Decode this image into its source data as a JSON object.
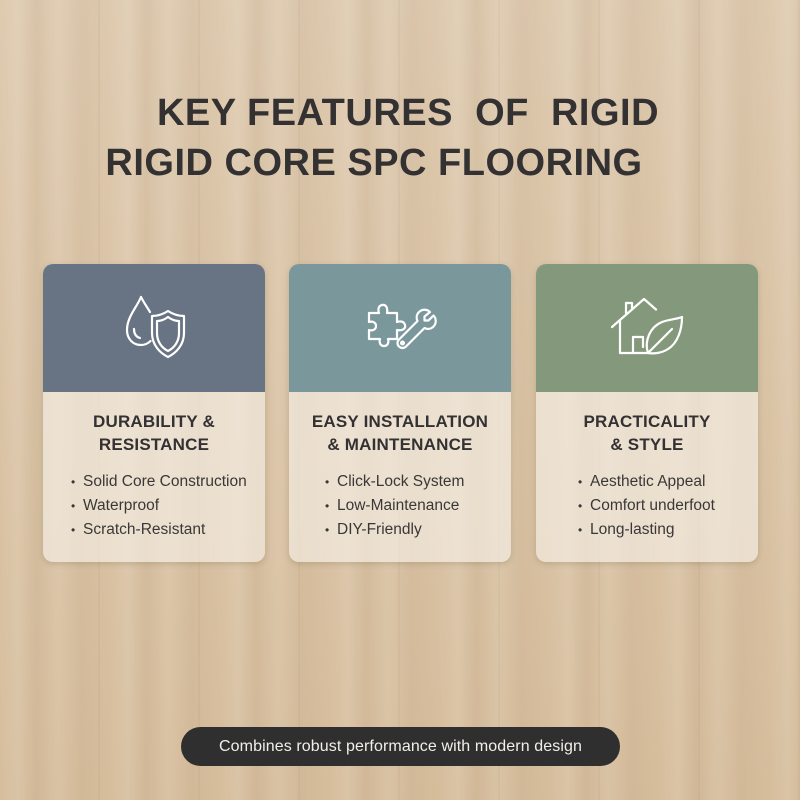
{
  "title": {
    "line1": "KEY FEATURES  OF  RIGID",
    "line2": "RIGID CORE SPC FLOORING"
  },
  "cards": [
    {
      "icon": "water-drop-shield-icon",
      "header_color": "#687483",
      "title_line1": "DURABILITY &",
      "title_line2": "RESISTANCE",
      "features": [
        "Solid Core Construction",
        "Waterproof",
        "Scratch-Resistant"
      ]
    },
    {
      "icon": "puzzle-wrench-icon",
      "header_color": "#7a979b",
      "title_line1": "EASY INSTALLATION",
      "title_line2": "& MAINTENANCE",
      "features": [
        "Click-Lock System",
        "Low-Maintenance",
        "DIY-Friendly"
      ]
    },
    {
      "icon": "house-leaf-icon",
      "header_color": "#84997c",
      "title_line1": "PRACTICALITY",
      "title_line2": "& STYLE",
      "features": [
        "Aesthetic Appeal",
        "Comfort underfoot",
        "Long-lasting"
      ]
    }
  ],
  "bullet": "•",
  "footer": {
    "text": "Combines robust performance with modern design"
  }
}
